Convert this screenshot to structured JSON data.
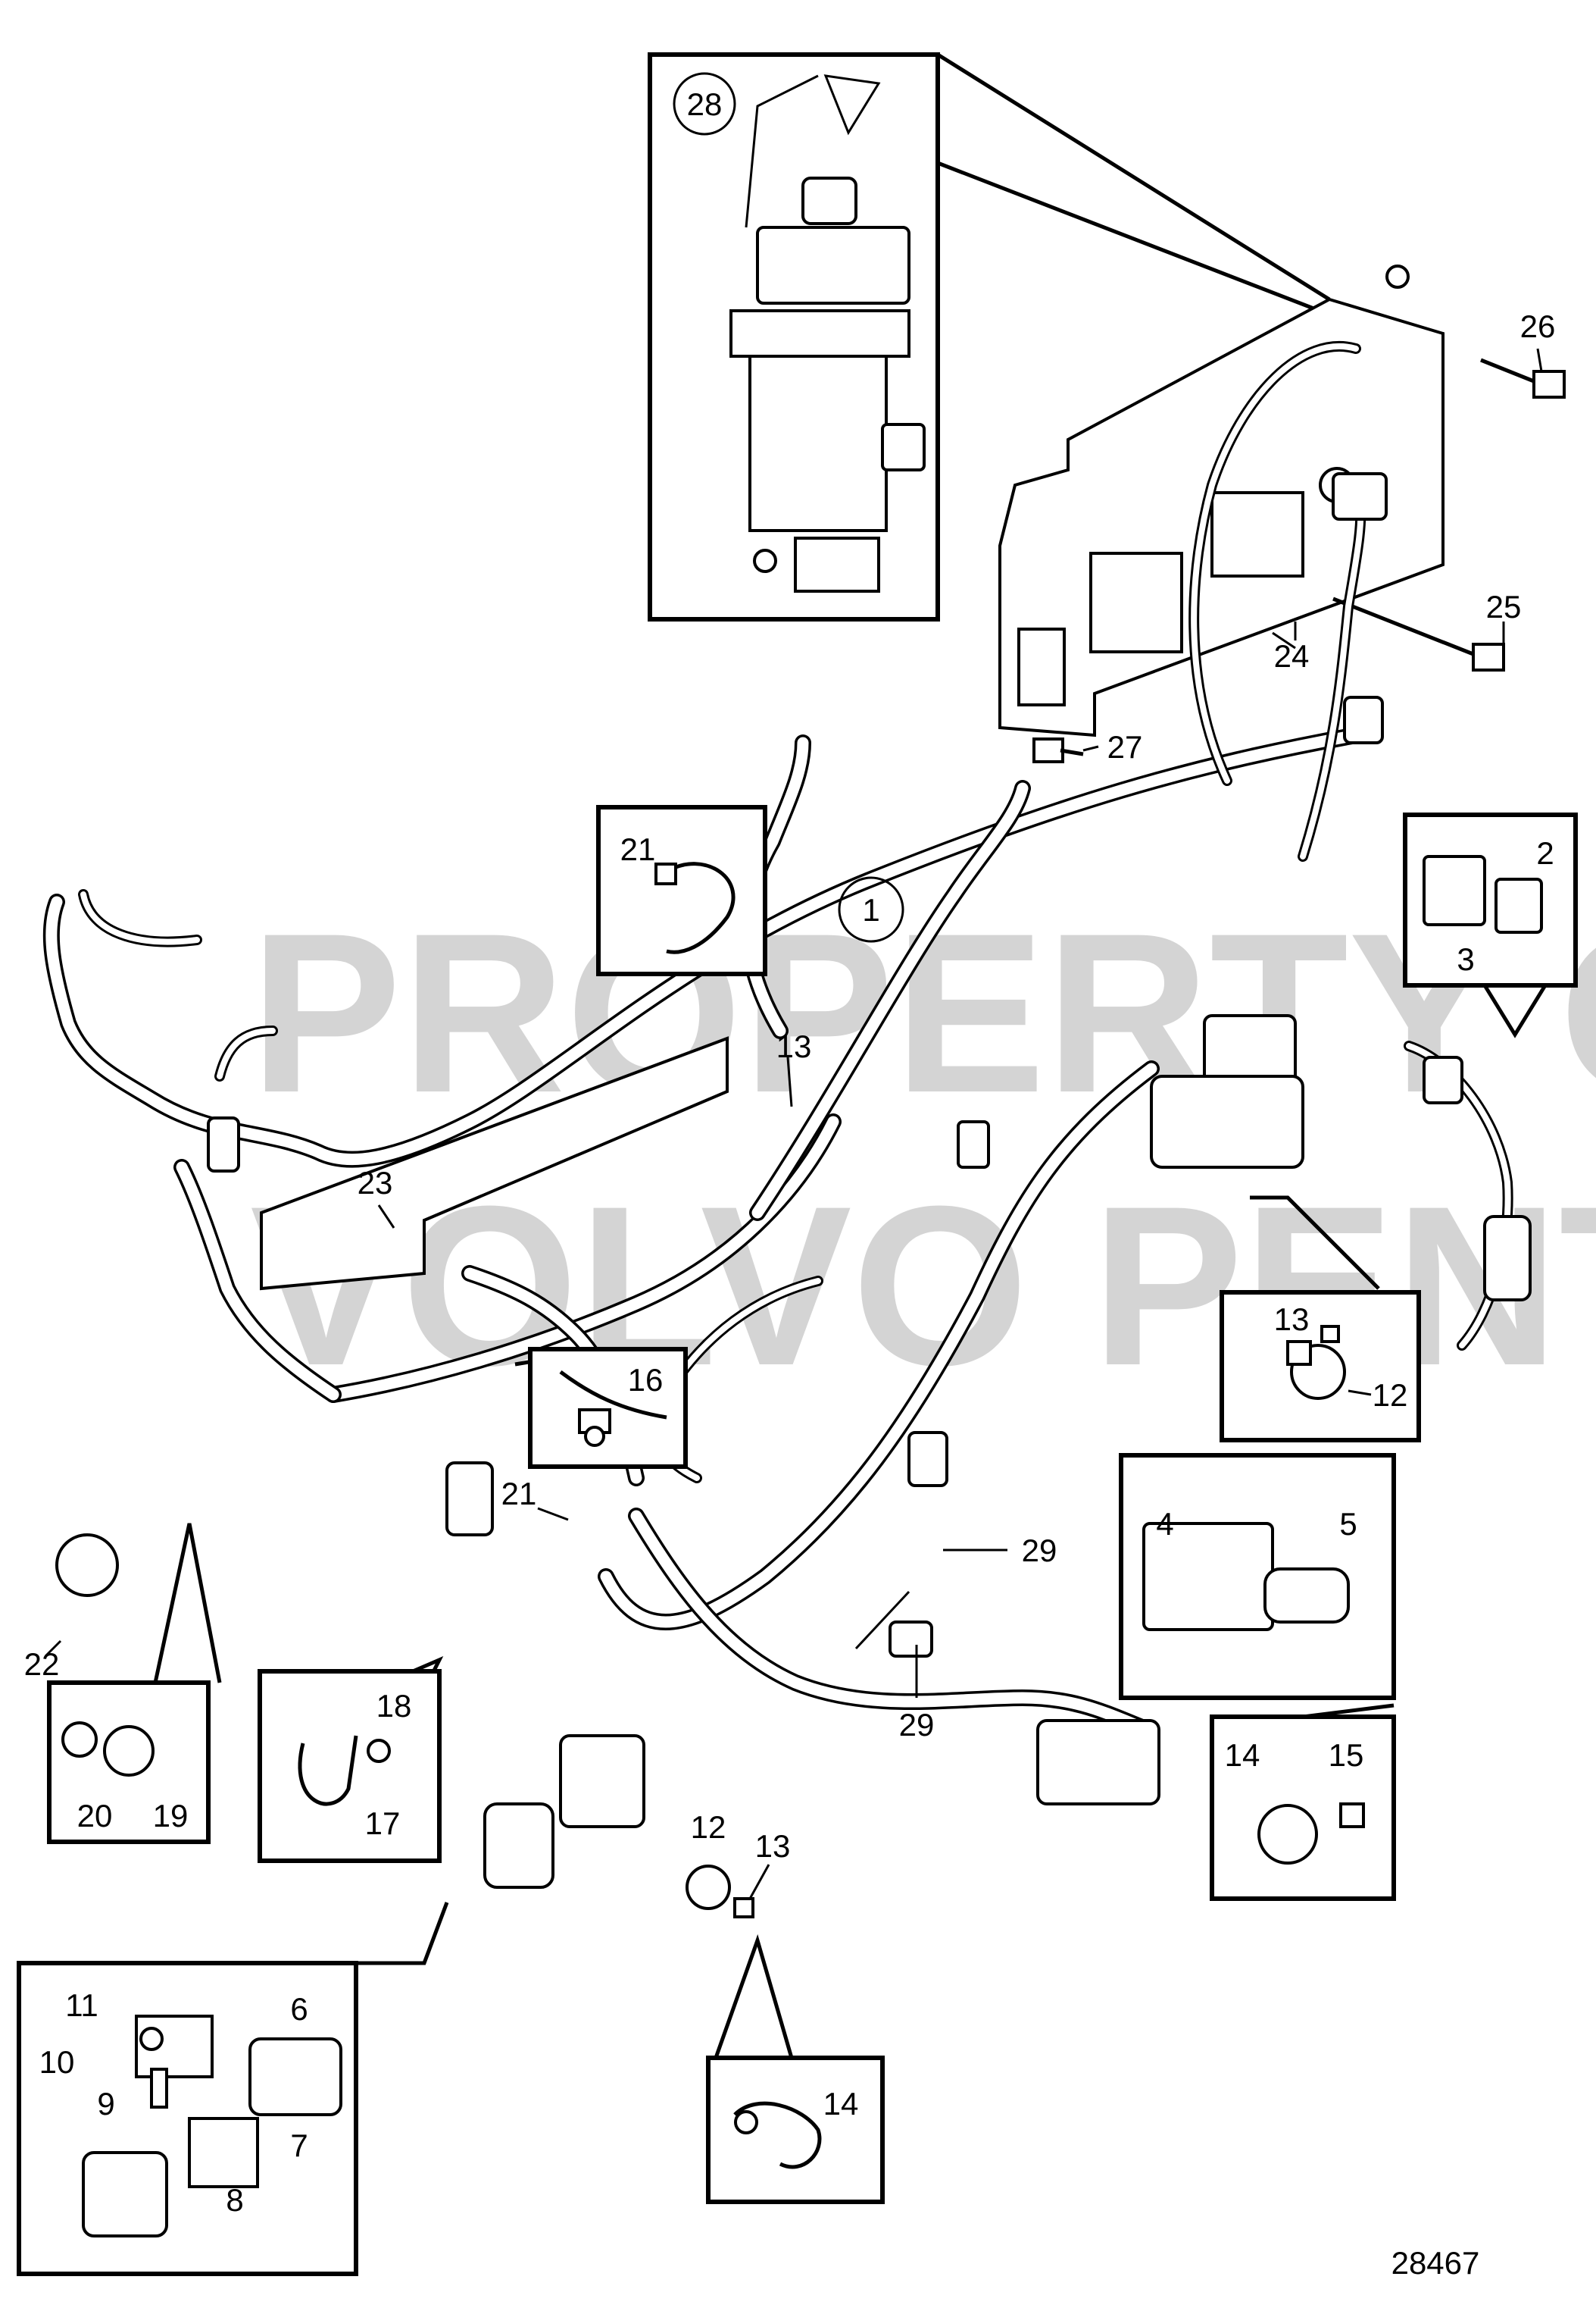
{
  "drawing_number": "28467",
  "watermark": [
    "PROPERTY OF",
    "VOLVO PENTA"
  ],
  "callouts": {
    "c1": "1",
    "c2": "2",
    "c3": "3",
    "c4": "4",
    "c5": "5",
    "c6": "6",
    "c7": "7",
    "c8": "8",
    "c9": "9",
    "c10": "10",
    "c11": "11",
    "c12a": "12",
    "c12b": "12",
    "c13a": "13",
    "c13b": "13",
    "c13c": "13",
    "c14a": "14",
    "c14b": "14",
    "c15": "15",
    "c16": "16",
    "c17": "17",
    "c18": "18",
    "c19": "19",
    "c20": "20",
    "c21a": "21",
    "c21b": "21",
    "c22": "22",
    "c23": "23",
    "c24": "24",
    "c25": "25",
    "c26": "26",
    "c27": "27",
    "c28": "28",
    "c29a": "29",
    "c29b": "29"
  }
}
